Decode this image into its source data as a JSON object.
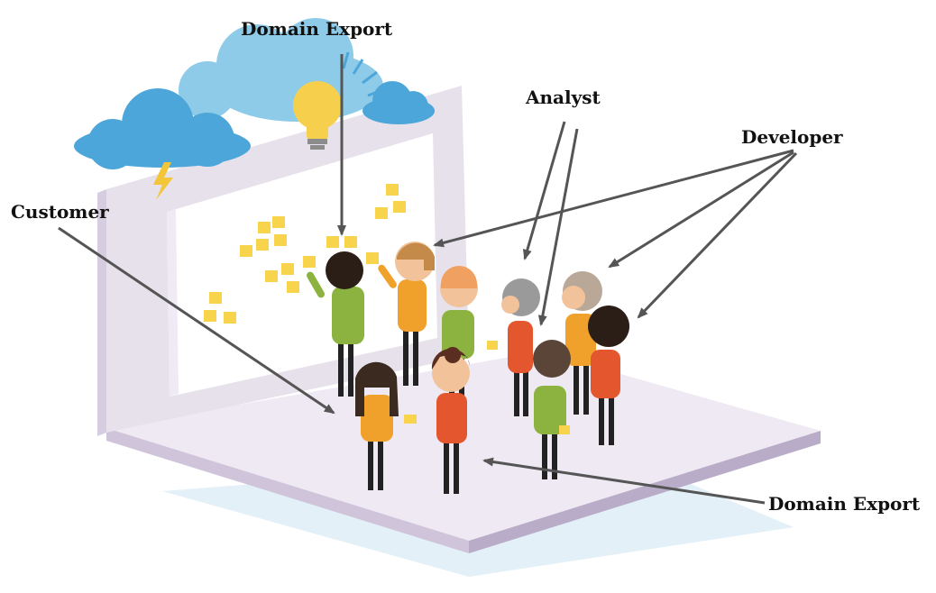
{
  "labels": {
    "domain_export_top": "Domain Export",
    "analyst": "Analyst",
    "developer": "Developer",
    "customer": "Customer",
    "domain_export_bottom": "Domain Export"
  },
  "colors": {
    "arrow": "#555555",
    "cloud_light": "#8ecbe9",
    "cloud_dark": "#4da6d9",
    "bulb": "#f6d04d",
    "sticky_note": "#f7d44c",
    "frame": "#e7e1ec",
    "floor_shadow": "#e3f0f8",
    "skin_tone": "#f2c39a",
    "shirt_green": "#8cb33f",
    "shirt_orange": "#f0a12b",
    "shirt_red": "#e4572e",
    "hair_dark": "#2a1e16",
    "hair_gray": "#9a9a9a",
    "legs": "#222222"
  },
  "icons": [
    "cloud-icon",
    "lightbulb-icon",
    "lightning-icon",
    "sticky-note-icon",
    "person-icon"
  ]
}
